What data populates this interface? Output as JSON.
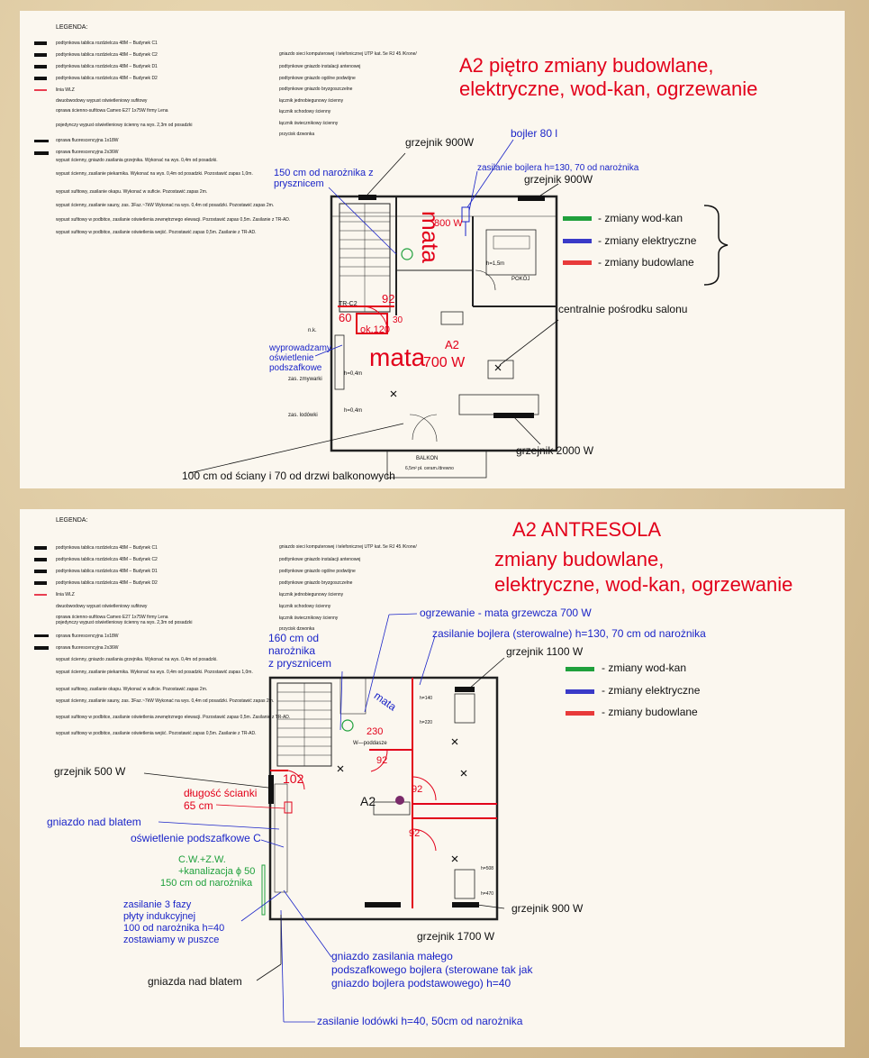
{
  "colors": {
    "red": "#e2001a",
    "blue": "#1a24c8",
    "green": "#1fa03c",
    "black": "#111111"
  },
  "legend_heading": "LEGENDA:",
  "legend_left": [
    "podtynkowa tablica rozdzielcza 48M – Budynek C1",
    "podtynkowa tablica rozdzielcza 48M – Budynek C2",
    "podtynkowa tablica rozdzielcza 48M – Budynek D1",
    "podtynkowa tablica rozdzielcza 48M – Budynek D2",
    "linia WLZ",
    "dwuobwodowy wypust oświetleniowy sufitowy",
    "oprawa ścienno-sufitowa Cameo E27 1x75W firmy Lena",
    "pojedynczy wypust oświetleniowy ścienny na wys. 2,3m od posadzki",
    "oprawa fluorescencyjna 1x18W",
    "oprawa fluorescencyjna 2x36W",
    "wypust ścienny, gniazdo zasilania grzejnika. Wykonać na wys. 0,4m od posadzki.",
    "wypust ścienny, zasilanie piekarnika. Wykonać na wys. 0,4m od posadzki. Pozostawić zapas 1,0m.",
    "wypust sufitowy, zasilanie okapu. Wykonać w suficie. Pozostawić zapas 2m.",
    "wypust ścienny, zasilanie sauny, zas. 3Faz.~7kW Wykonać na wys. 0,4m od posadzki. Pozostawić zapas 2m.",
    "wypust sufitowy w podbitce, zasilanie oświetlenia zewnętrznego elewacji. Pozostawić zapas 0,5m. Zasilanie z TR-AD.",
    "wypust sufitowy w podbitce, zasilanie oświetlenia wejść. Pozostawić zapas 0,5m. Zasilanie z TR-AD."
  ],
  "legend_right": [
    "gniazdo sieci komputerowej i telefonicznej UTP kat. 5e RJ 45 /Krone/",
    "podtynkowe gniazdo instalacji antenowej",
    "podtynkowe gniazdo ogólne podwójne",
    "podtynkowe gniazdo bryzgoszczelne",
    "łącznik jednobiegunowy ścienny",
    "łącznik schodowy ścienny",
    "łącznik świecznikowy ścienny",
    "przycisk dzwonka"
  ],
  "color_legend": [
    {
      "label": "- zmiany wod-kan",
      "color": "#1fa03c"
    },
    {
      "label": "- zmiany elektryczne",
      "color": "#3a3ac8"
    },
    {
      "label": "- zmiany budowlane",
      "color": "#e83a3a"
    }
  ],
  "top": {
    "title_line1": "A2 piętro zmiany budowlane,",
    "title_line2": "elektryczne, wod-kan, ogrzewanie",
    "grzejnik_900w_a": "grzejnik 900W",
    "bojler": "bojler 80 l",
    "zasilanie_bojlera": "zasilanie bojlera h=130, 70 od narożnika",
    "grzejnik_900w_b": "grzejnik 900W",
    "dist_150_line1": "150 cm od narożnika z",
    "dist_150_line2": "prysznicem",
    "w800": "800 W",
    "mata_vertical": "mata",
    "room_pokoj": "POKÓJ",
    "h15": "h=1,5m",
    "n92": "92",
    "n60": "60",
    "n30": "30",
    "ok120": "ok.120",
    "centralnie": "centralnie pośrodku salonu",
    "wypro_line1": "wyprowadzamy",
    "wypro_line2": "oświetlenie",
    "wypro_line3": "podszafkowe",
    "a2": "A2",
    "mata700": "mata",
    "w700": "700 W",
    "tr_c2": "TR-C2",
    "nk": "n.k.",
    "zas_zmyw": "zas. zmywarki",
    "zas_lod": "zas. lodówki",
    "h04a": "h=0,4m",
    "h04b": "h=0,4m",
    "grzejnik_2000w": "grzejnik 2000 W",
    "balkon": "BALKON",
    "balkon_sub": "6,5m² pł. ceram./drewno",
    "dist_100": "100 cm od ściany i 70 od drzwi balkonowych"
  },
  "bottom": {
    "title_line1": "A2 ANTRESOLA",
    "title_line2": "zmiany budowlane,",
    "title_line3": "elektryczne, wod-kan, ogrzewanie",
    "ogrzewanie": "ogrzewanie - mata grzewcza 700 W",
    "dist_160_line1": "160 cm od",
    "dist_160_line2": "narożnika",
    "dist_160_line3": "z prysznicem",
    "zasilanie_bojlera": "zasilanie bojlera (sterowalne) h=130, 70 cm od narożnika",
    "grzejnik_1100w": "grzejnik 1100 W",
    "mata": "mata",
    "n230": "230",
    "w_poddasze": "W—poddasze",
    "grzejnik_500w": "grzejnik 500 W",
    "n102": "102",
    "n92a": "92",
    "n92b": "92",
    "n92c": "92",
    "dlugosc_line1": "długość ścianki",
    "dlugosc_line2": "65 cm",
    "a2": "A2",
    "gniazdo_nad_blatem": "gniazdo nad blatem",
    "oswietlenie_podszafkowe": "oświetlenie podszafkowe C",
    "cwzw_line1": "C.W.+Z.W.",
    "cwzw_line2": "+kanalizacja ϕ 50",
    "cwzw_line3": "150 cm od narożnika",
    "zas3f_line1": "zasilanie 3 fazy",
    "zas3f_line2": "płyty indukcyjnej",
    "zas3f_line3": "100 od narożnika h=40",
    "zas3f_line4": "zostawiamy w puszce",
    "grzejnik_900w": "grzejnik 900 W",
    "grzejnik_1700w": "grzejnik 1700 W",
    "male_bojler_line1": "gniazdo zasilania małego",
    "male_bojler_line2": "podszafkowego bojlera (sterowane tak jak",
    "male_bojler_line3": "gniazdo bojlera podstawowego) h=40",
    "gniazda_nad_blatem": "gniazda nad blatem",
    "zas_lodowki": "zasilanie lodówki h=40, 50cm od narożnika",
    "h140": "h=140",
    "h220": "h=220",
    "h508": "h=508",
    "h470": "h=470"
  }
}
